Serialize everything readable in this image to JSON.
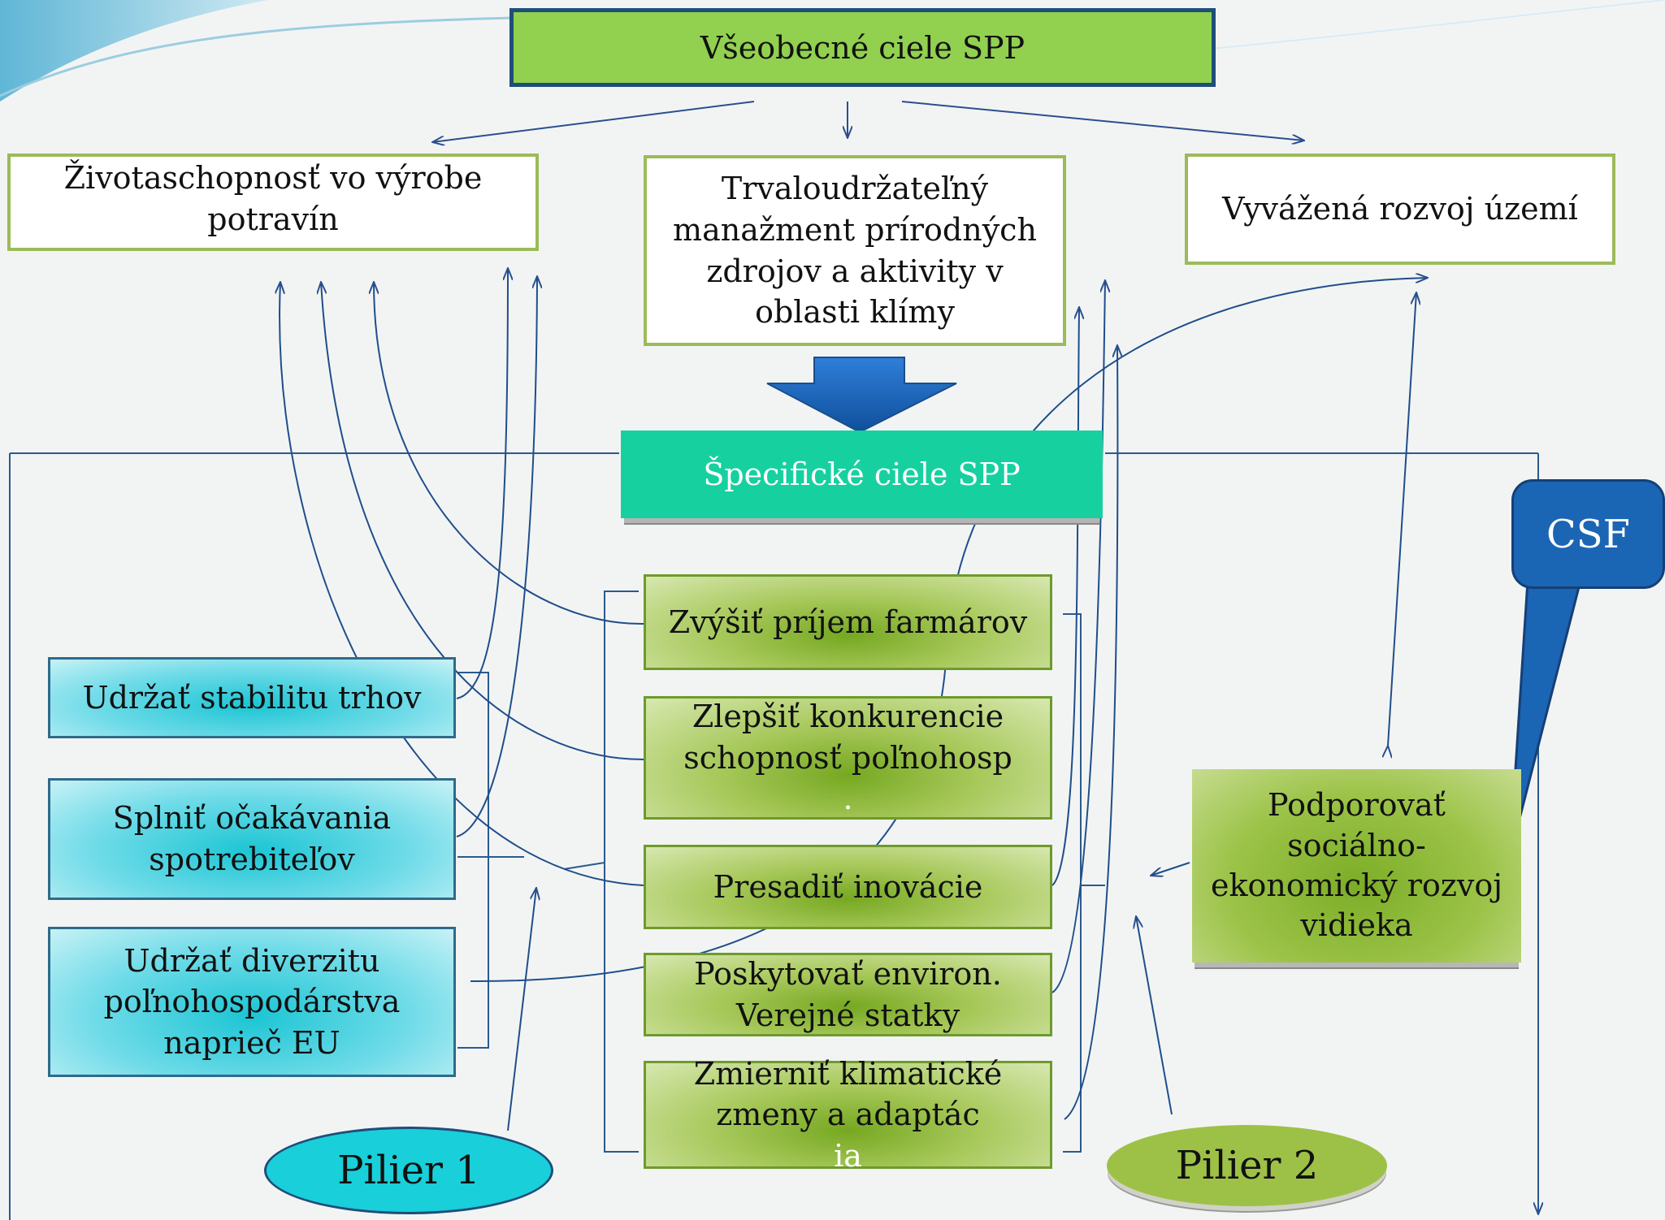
{
  "general_goal": "Všeobecné ciele SPP",
  "objectives": {
    "food": [
      "Životaschopnosť vo výrobe",
      "potravín"
    ],
    "nature": [
      "Trvaloudržateľný",
      "manažment prírodných",
      "zdrojov  a aktivity v",
      "oblasti klímy"
    ],
    "territory": [
      "Vyvážená rozvoj území"
    ]
  },
  "specific_goal": "Špecifické ciele SPP",
  "pillar1_goals": {
    "markets": [
      "Udržať stabilitu trhov"
    ],
    "consumers": [
      "Splniť očakávania",
      "spotrebiteľov"
    ],
    "diversity": [
      "Udržať diverzitu",
      "poľnohospodárstva",
      "naprieč EU"
    ]
  },
  "center_goals": {
    "income": [
      "Zvýšiť príjem farmárov"
    ],
    "competitiveness": [
      "Zlepšiť konkurencie",
      "schopnosť  poľnohosp",
      "."
    ],
    "innovation": [
      "Presadiť inovácie"
    ],
    "environment": [
      "Poskytovať environ.",
      "Verejné statky"
    ],
    "climate": [
      "Zmierniť klimatické",
      "zmeny a adaptác",
      "ia"
    ]
  },
  "rural_goal": [
    "Podporovať",
    "sociálno-",
    "ekonomický rozvoj",
    "vidieka"
  ],
  "csf_label": "CSF",
  "pillar1_label": "Pilier 1",
  "pillar2_label": "Pilier 2",
  "colors": {
    "top_box": "#92d050",
    "border_navy": "#1f4e79",
    "objective_border": "#9bbb59",
    "teal": "#17d0a0",
    "cyan": "#1cc5d4",
    "green": "#76a821",
    "csf_blue": "#1b65b5",
    "arrow": "#2a4f8f"
  }
}
